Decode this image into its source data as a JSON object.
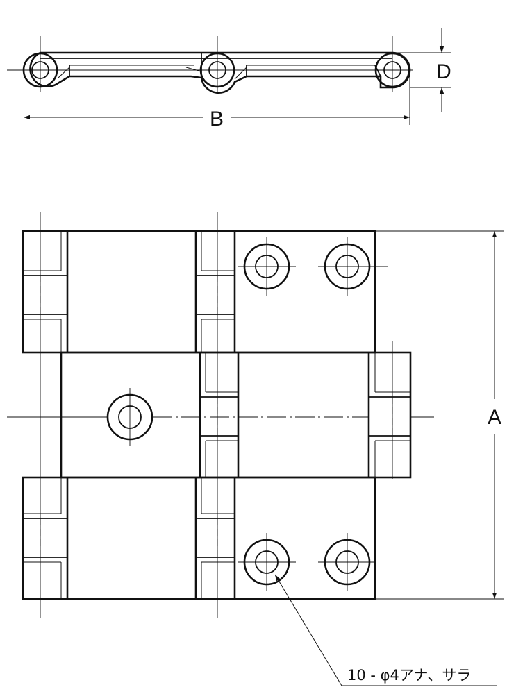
{
  "dimensions": {
    "a_label": "A",
    "b_label": "B",
    "d_label": "D"
  },
  "callout": {
    "text": "10 - φ4アナ、サラ"
  }
}
